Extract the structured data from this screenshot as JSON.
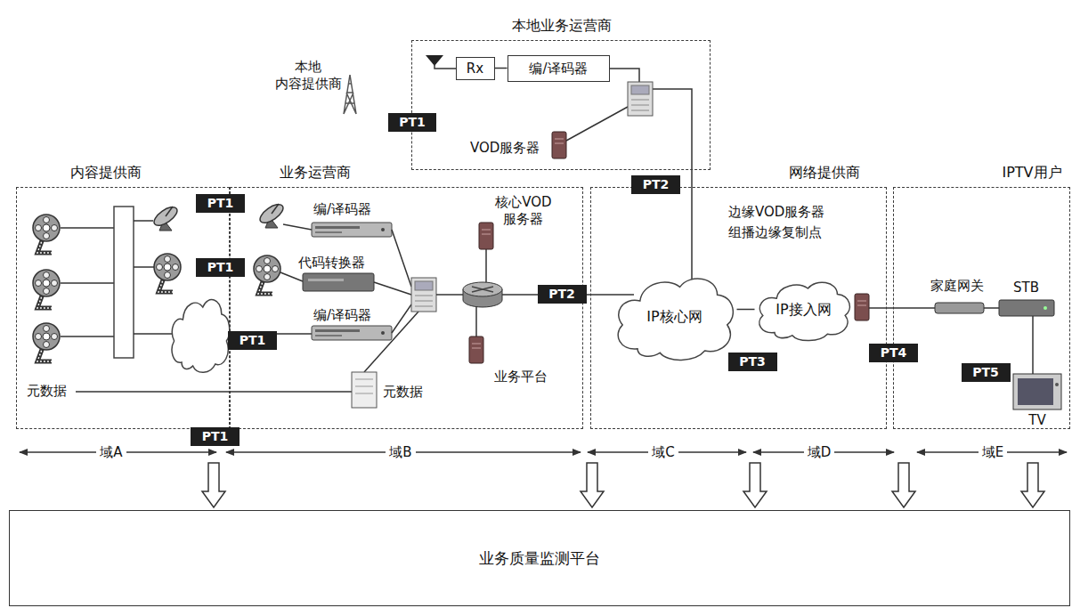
{
  "diagram": {
    "nodes": [
      {
        "text": [
          "本地业务运营商"
        ]
      },
      {
        "text": [
          "Rx"
        ],
        "in": 0
      },
      {
        "text": [
          "编/译码器"
        ],
        "in": 0
      },
      {
        "text": [
          "PT1"
        ]
      },
      {
        "text": [
          "内容提供商"
        ]
      },
      {
        "text": [
          "PT1"
        ]
      },
      {
        "text": [
          "PT1"
        ]
      },
      {
        "text": [
          "PT1"
        ]
      },
      {
        "text": [
          "PT1"
        ]
      },
      {
        "text": [
          "业务运营商"
        ]
      },
      {
        "text": [
          "PT2"
        ],
        "in": 9
      },
      {
        "text": [
          "PT2"
        ]
      },
      {
        "text": [
          "网络提供商"
        ]
      },
      {
        "text": [
          "IP核心网"
        ],
        "in": 12
      },
      {
        "text": [
          "IP接入网"
        ],
        "in": 12
      },
      {
        "text": [
          "PT3"
        ],
        "in": 12
      },
      {
        "text": [
          "PT4"
        ]
      },
      {
        "text": [
          "IPTV用户"
        ]
      },
      {
        "text": [
          "PT5"
        ],
        "in": 17
      },
      {
        "text": [
          "业务质量监测平台"
        ]
      }
    ],
    "edges": [
      {
        "from": 1,
        "to": 2,
        "arrow": "none"
      },
      {
        "from": 13,
        "to": 14,
        "arrow": "none"
      }
    ],
    "labels": [
      "本地 内容提供商",
      "VOD服务器",
      "编/译码器",
      "代码转换器",
      "编/译码器",
      "核心VOD 服务器",
      "业务平台",
      "元数据",
      "元数据",
      "边缘VOD服务器",
      "组播边缘复制点",
      "家庭网关",
      "STB",
      "TV",
      "域A",
      "域B",
      "域C",
      "域D",
      "域E"
    ]
  }
}
